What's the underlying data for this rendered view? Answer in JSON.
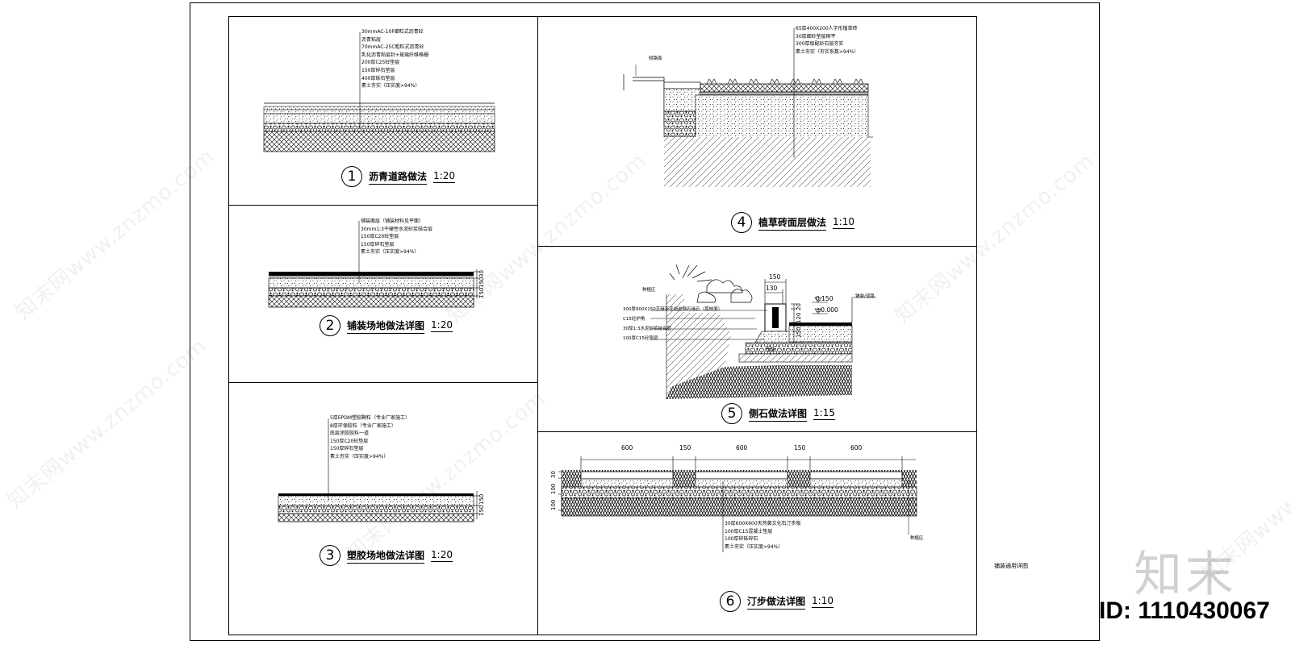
{
  "details": [
    {
      "id": "d1",
      "num": "1",
      "name": "沥青道路做法",
      "scale": "1:20",
      "layers": [
        "30mmAC-10F细粒式沥青砼",
        "沥青粘层",
        "70mmAC-25C粗粒式沥青砼",
        "乳化沥青粘层封+玻璃纤维格栅",
        "200厚C25砼垫层",
        "150厚碎石垫层",
        "400厚砾石垫层",
        "素土夯实（压实度>94%）"
      ]
    },
    {
      "id": "d2",
      "num": "2",
      "name": "铺装场地做法详图",
      "scale": "1:20",
      "layers": [
        "铺装面层（铺装材料见平面）",
        "30mm1:3干硬性水泥砂浆结合层",
        "150厚C20砼垫层",
        "150厚碎石垫层",
        "素土夯实（压实度>94%）"
      ],
      "dims": [
        "30",
        "150",
        "150"
      ]
    },
    {
      "id": "d3",
      "num": "3",
      "name": "塑胶场地做法详图",
      "scale": "1:20",
      "layers": [
        "5厚EPDM塑胶颗粒（专业厂家施工）",
        "8厚环保胶粒（专业厂家施工）",
        "底层涂胶胶料一道",
        "150厚C20砼垫层",
        "150厚碎石垫层",
        "素土夯实（压实度>94%）"
      ],
      "dims": [
        "150",
        "150"
      ]
    },
    {
      "id": "d4",
      "num": "4",
      "name": "植草砖面层做法",
      "scale": "1:10",
      "layers": [
        "65厚400X200人字形植草砖",
        "30厚细砂垫层砌平",
        "300厚级配砂石层夯实",
        "素土夯实（夯实系数>94%）"
      ],
      "edge_label": "侧路面"
    },
    {
      "id": "d5",
      "num": "5",
      "name": "侧石做法详图",
      "scale": "1:15",
      "layers": [
        "300厚900X150芝麻灰花岗岩侧石缘石（荔枝面）",
        "C15砼护角",
        "30厚1:3水泥砂浆结合层",
        "100厚C15砼垫层"
      ],
      "planting_label": "种植区",
      "paving_label": "铺装/道路",
      "dims": [
        "150",
        "130",
        "20",
        "120",
        "150",
        "50"
      ],
      "levels": [
        "0.150",
        "±0.000"
      ]
    },
    {
      "id": "d6",
      "num": "6",
      "name": "汀步做法详图",
      "scale": "1:10",
      "layers": [
        "30厚600X600天然黄文化石汀步板",
        "100厚C15混凝土垫层",
        "100厚碎砾碎石",
        "素土夯实（压实度>94%）"
      ],
      "dims_top": [
        "600",
        "150",
        "600",
        "150",
        "600"
      ],
      "dims_side": [
        "30",
        "100",
        "100"
      ],
      "edge_label": "种植区"
    }
  ],
  "sheet_note": "铺装通用详图",
  "watermark": "知末网www.znzmo.com",
  "brand": "知末",
  "id_label": "ID: 1110430067"
}
